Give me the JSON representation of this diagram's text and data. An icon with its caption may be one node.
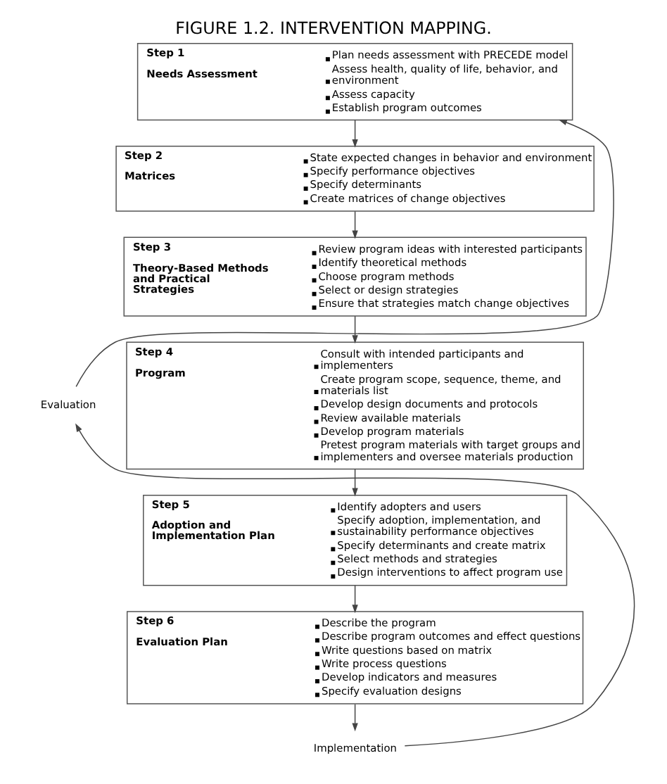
{
  "diagram": {
    "title": "FIGURE 1.2. INTERVENTION MAPPING.",
    "nodes": [
      {
        "text": [
          "Step 1",
          "Needs Assessment",
          "Plan needs assessment with PRECEDE model",
          "Assess health, quality of life, behavior, and environment",
          "Assess capacity",
          "Establish program outcomes"
        ]
      },
      {
        "text": [
          "Step 2",
          "Matrices",
          "State expected changes in behavior and environment",
          "Specify performance objectives",
          "Specify determinants",
          "Create matrices of change objectives"
        ]
      },
      {
        "text": [
          "Step 3",
          "Theory-Based Methods and Practical Strategies",
          "Review program ideas with interested participants",
          "Identify theoretical methods",
          "Choose program methods",
          "Select or design strategies",
          "Ensure that strategies match change objectives"
        ]
      },
      {
        "text": [
          "Step 4",
          "Program",
          "Consult with intended participants and implementers",
          "Create program scope, sequence, theme, and materials list",
          "Develop design documents and protocols",
          "Review available materials",
          "Develop program materials",
          "Pretest program materials with target groups and implementers and oversee materials production"
        ]
      },
      {
        "text": [
          "Step 5",
          "Adoption and Implementation Plan",
          "Identify adopters and users",
          "Specify adoption, implementation, and sustainability performance objectives",
          "Specify determinants and create matrix",
          "Select methods and strategies",
          "Design interventions to affect program use"
        ]
      },
      {
        "text": [
          "Step 6",
          "Evaluation Plan",
          "Describe the program",
          "Describe program outcomes and effect questions",
          "Write questions based on matrix",
          "Write process questions",
          "Develop indicators and measures",
          "Specify evaluation designs"
        ]
      },
      {
        "text": [
          "Evaluation"
        ]
      },
      {
        "text": [
          "Implementation"
        ]
      }
    ],
    "edges": [
      {
        "from": 0,
        "to": 1,
        "arrow": "to"
      },
      {
        "from": 1,
        "to": 2,
        "arrow": "to"
      },
      {
        "from": 2,
        "to": 3,
        "arrow": "to"
      },
      {
        "from": 3,
        "to": 4,
        "arrow": "to"
      },
      {
        "from": 4,
        "to": 5,
        "arrow": "to"
      },
      {
        "from": 5,
        "to": 7,
        "arrow": "to"
      },
      {
        "from": 7,
        "to": 6,
        "arrow": "to"
      },
      {
        "from": 6,
        "to": 0,
        "arrow": "to"
      }
    ]
  }
}
